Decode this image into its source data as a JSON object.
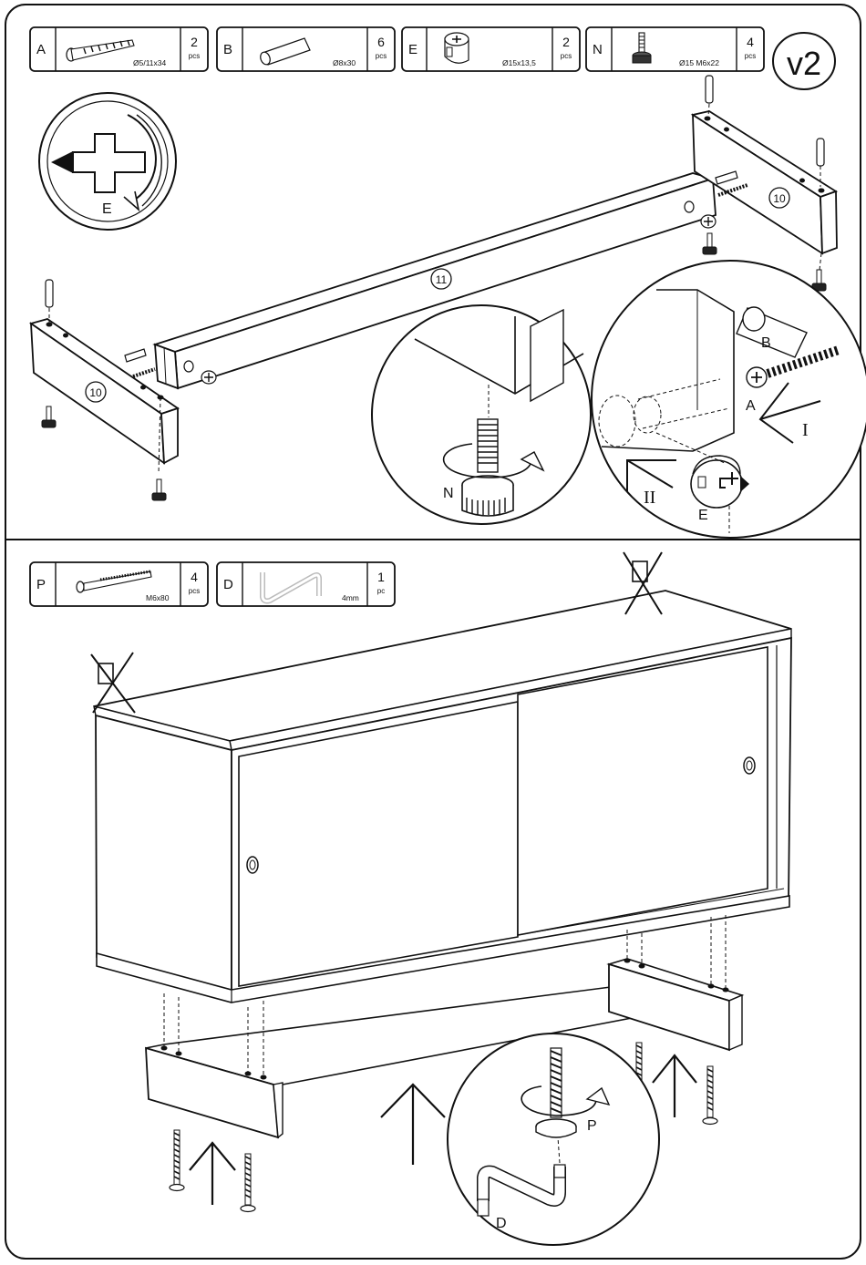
{
  "version_badge": "v2",
  "step1": {
    "parts": [
      {
        "letter": "A",
        "size": "Ø5/11x34",
        "qty": "2",
        "unit": "pcs",
        "icon": "confirmat-screw-icon"
      },
      {
        "letter": "B",
        "size": "Ø8x30",
        "qty": "6",
        "unit": "pcs",
        "icon": "wooden-dowel-icon"
      },
      {
        "letter": "E",
        "size": "Ø15x13,5",
        "qty": "2",
        "unit": "pcs",
        "icon": "cam-lock-icon"
      },
      {
        "letter": "N",
        "size": "Ø15 M6x22",
        "qty": "4",
        "unit": "pcs",
        "icon": "leveling-foot-icon"
      }
    ],
    "turn_part": "E",
    "panel_left": "10",
    "panel_right": "10",
    "rail": "11",
    "detail_foot_part": "N",
    "detail_joint": {
      "screw": "A",
      "dowel": "B",
      "cam": "E",
      "step_one": "I",
      "step_two": "II"
    }
  },
  "step2": {
    "parts": [
      {
        "letter": "P",
        "size": "M6x80",
        "qty": "4",
        "unit": "pcs",
        "icon": "long-bolt-icon"
      },
      {
        "letter": "D",
        "size": "4mm",
        "qty": "1",
        "unit": "pc",
        "icon": "allen-key-icon"
      }
    ],
    "detail_bolt": "P",
    "detail_key": "D"
  }
}
